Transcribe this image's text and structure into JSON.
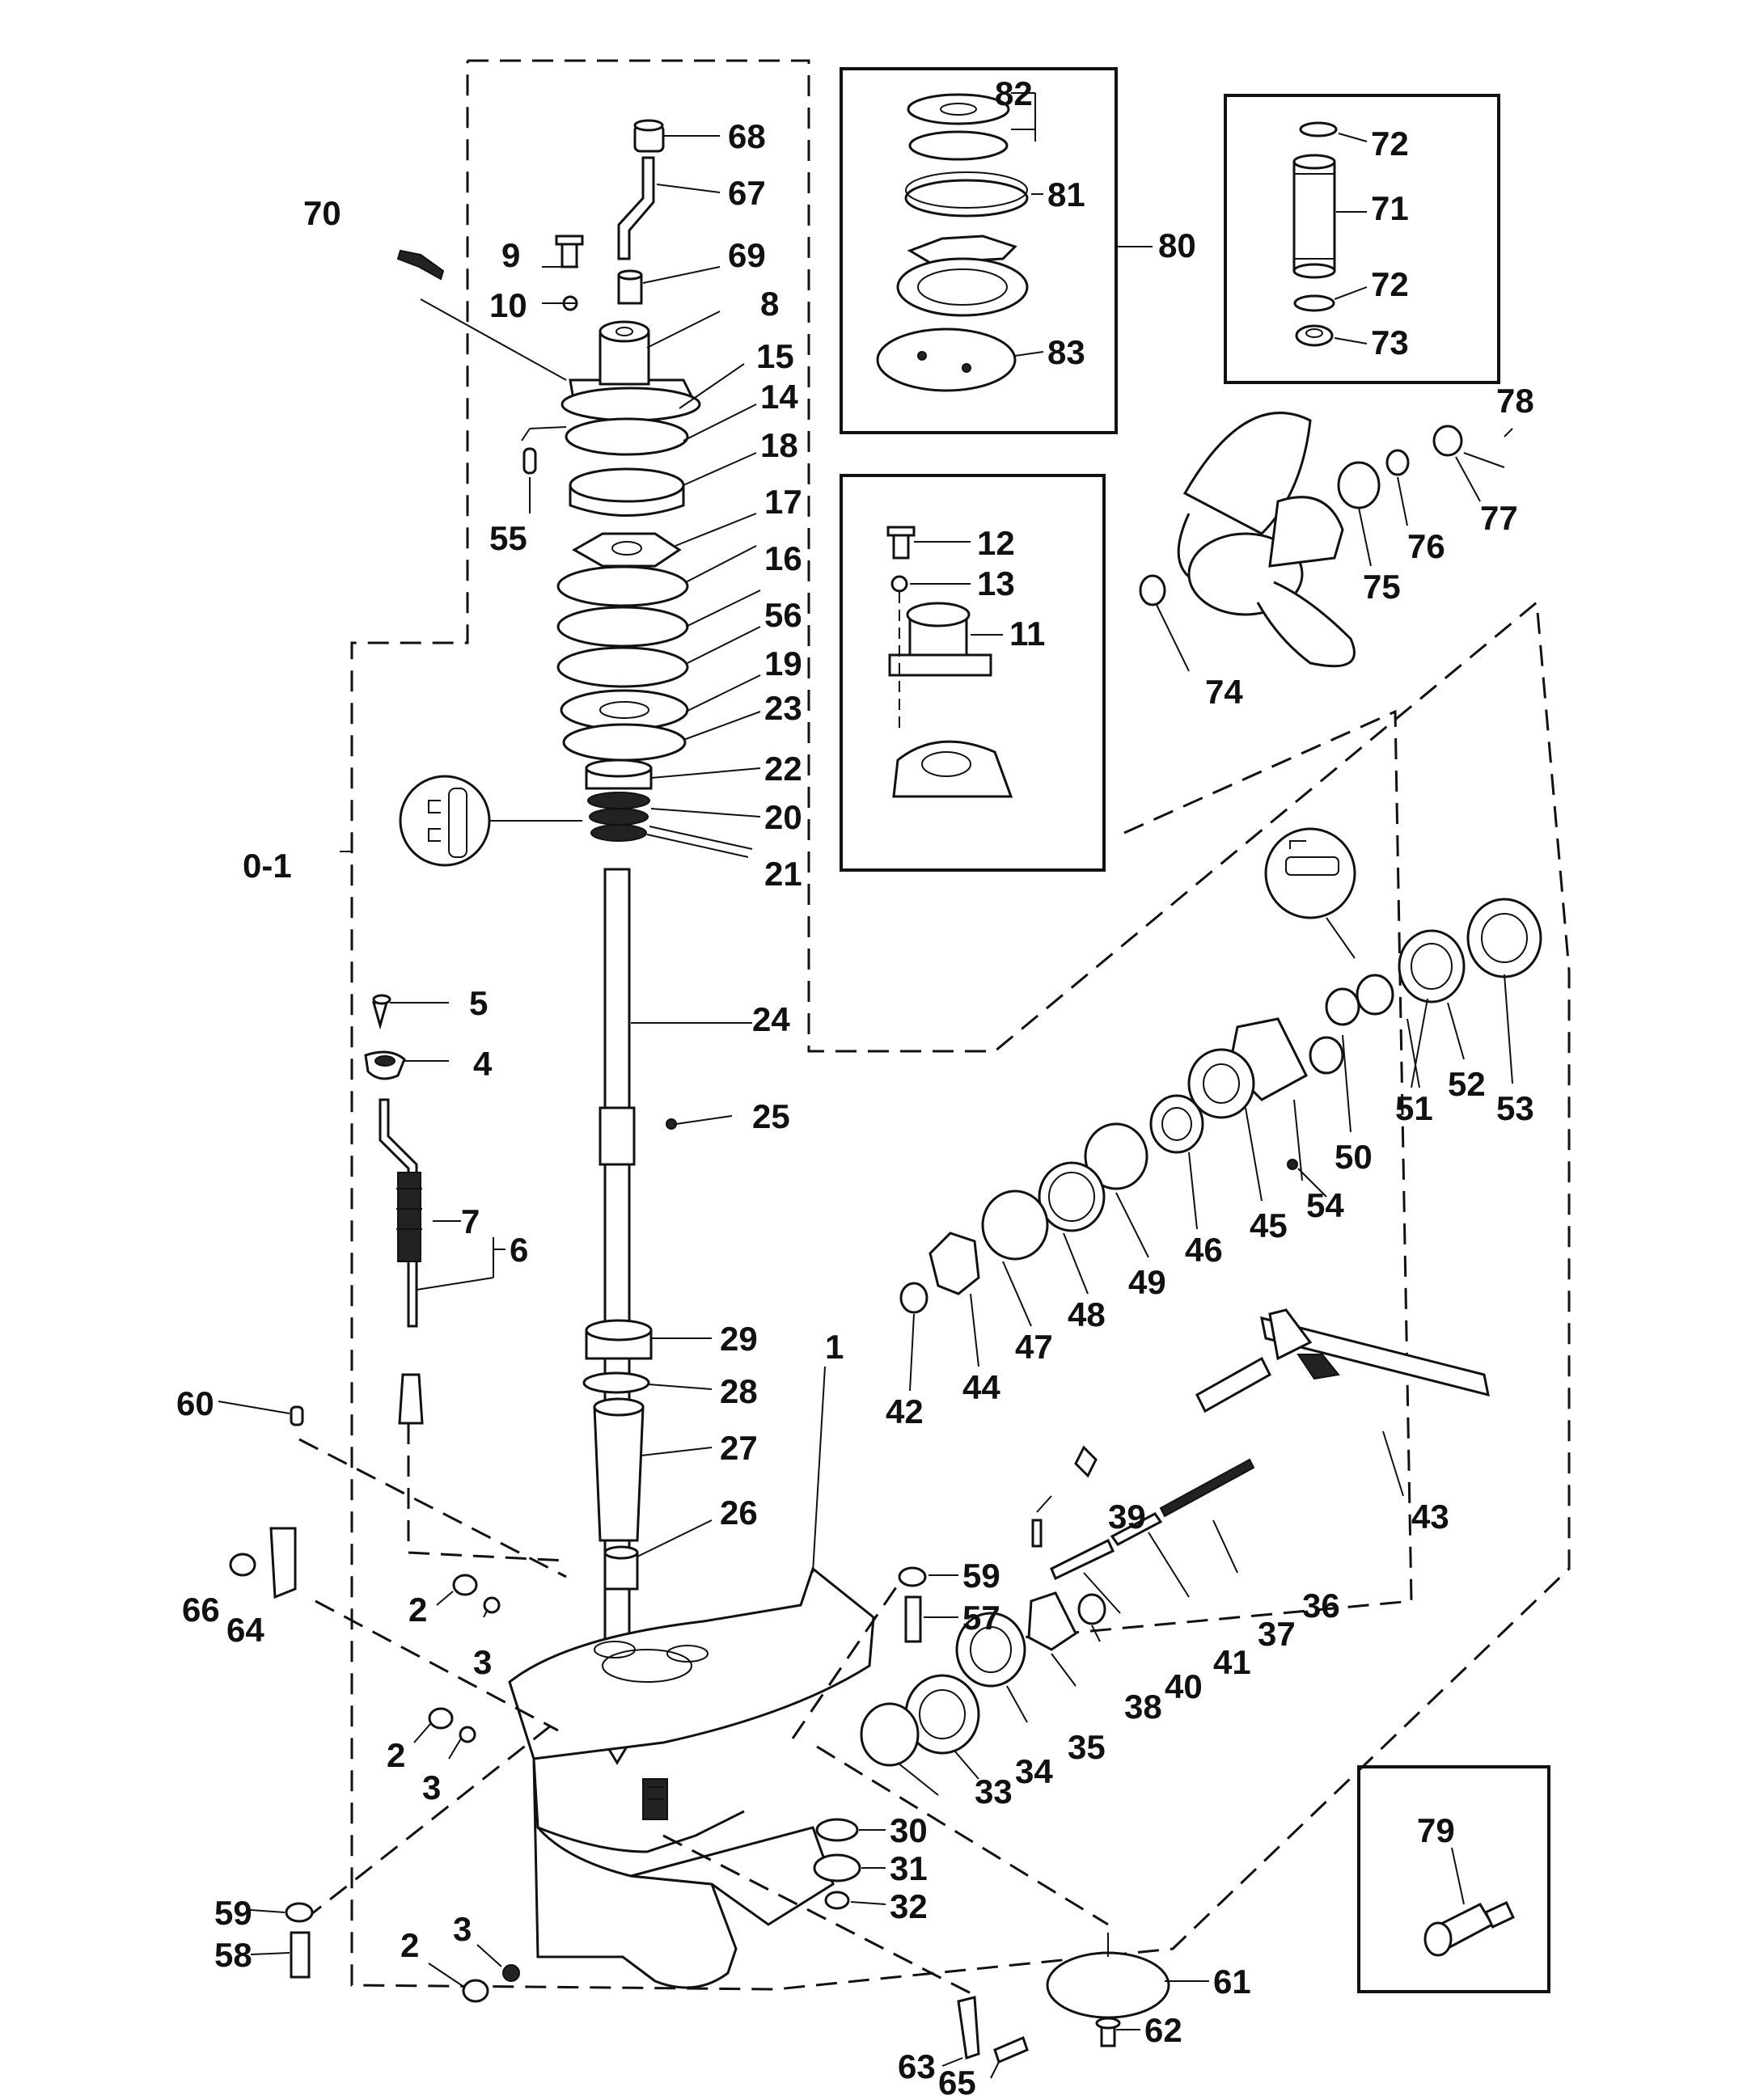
{
  "colors": {
    "ink": "#111111",
    "paper": "#ffffff"
  },
  "callouts": {
    "c1": "1",
    "c2a": "2",
    "c2b": "2",
    "c2c": "2",
    "c3a": "3",
    "c3b": "3",
    "c3c": "3",
    "c4": "4",
    "c5": "5",
    "c6": "6",
    "c7": "7",
    "c8": "8",
    "c9": "9",
    "c10": "10",
    "c11": "11",
    "c12": "12",
    "c13": "13",
    "c14": "14",
    "c15": "15",
    "c16": "16",
    "c17": "17",
    "c18": "18",
    "c19": "19",
    "c20": "20",
    "c21": "21",
    "c22": "22",
    "c23": "23",
    "c24": "24",
    "c25": "25",
    "c26": "26",
    "c27": "27",
    "c28": "28",
    "c29": "29",
    "c30": "30",
    "c31": "31",
    "c32": "32",
    "c33": "33",
    "c34": "34",
    "c35": "35",
    "c36": "36",
    "c37": "37",
    "c38": "38",
    "c39": "39",
    "c40": "40",
    "c41": "41",
    "c42": "42",
    "c43": "43",
    "c44": "44",
    "c45": "45",
    "c46": "46",
    "c47": "47",
    "c48": "48",
    "c49": "49",
    "c50": "50",
    "c51": "51",
    "c52": "52",
    "c53": "53",
    "c54": "54",
    "c55": "55",
    "c56": "56",
    "c57": "57",
    "c58": "58",
    "c59a": "59",
    "c59b": "59",
    "c60": "60",
    "c61": "61",
    "c62": "62",
    "c63": "63",
    "c64": "64",
    "c65": "65",
    "c66": "66",
    "c67": "67",
    "c68": "68",
    "c69": "69",
    "c70": "70",
    "c71": "71",
    "c72a": "72",
    "c72b": "72",
    "c73": "73",
    "c74": "74",
    "c75": "75",
    "c76": "76",
    "c77": "77",
    "c78": "78",
    "c79": "79",
    "c80": "80",
    "c81": "81",
    "c82": "82",
    "c83": "83",
    "c01": "0-1"
  }
}
